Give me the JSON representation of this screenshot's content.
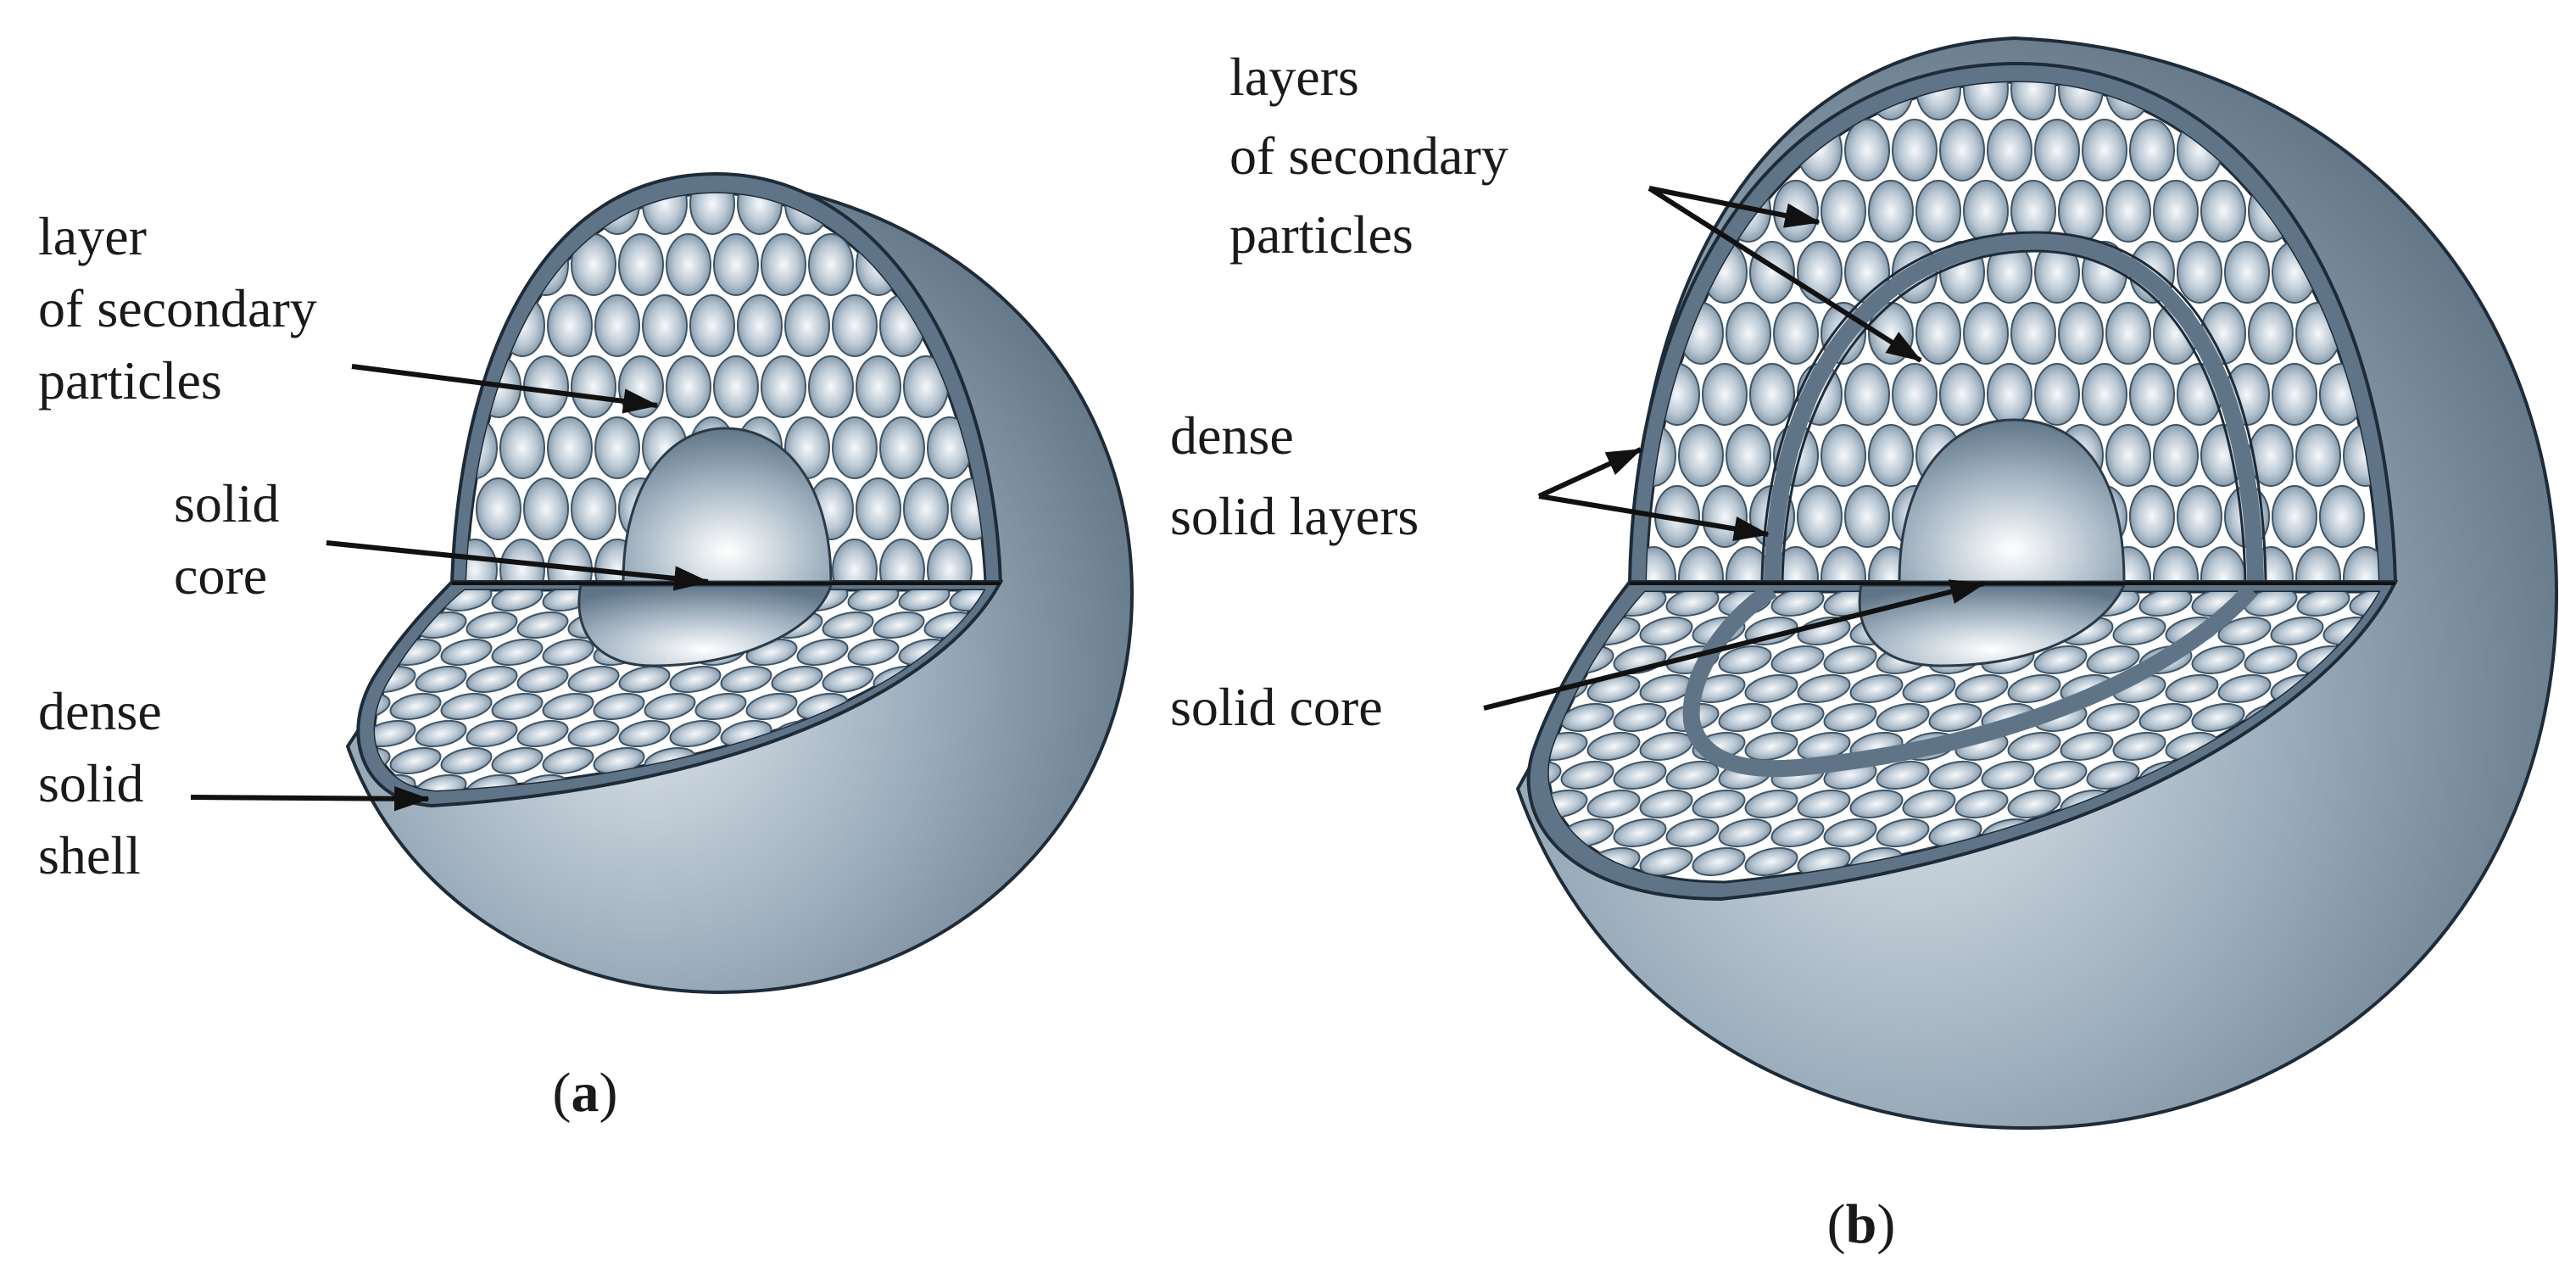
{
  "panel_a": {
    "label_prefix": "(",
    "label_letter": "a",
    "label_suffix": ")",
    "layer_label": [
      "layer",
      "of secondary",
      "particles"
    ],
    "core_label": [
      "solid",
      "core"
    ],
    "shell_label": [
      "dense",
      "solid",
      "shell"
    ]
  },
  "panel_b": {
    "label_prefix": "(",
    "label_letter": "b",
    "label_suffix": ")",
    "layers_label": [
      "layers",
      "of secondary",
      "particles"
    ],
    "dense_label": [
      "dense",
      "solid layers"
    ],
    "core_label": "solid core"
  },
  "colors": {
    "shell_dark": "#5d7283",
    "shell_light": "#d7e0e7",
    "particle_light": "#f4f7fa",
    "particle_dark": "#6f8597",
    "outline": "#1e2b38"
  }
}
